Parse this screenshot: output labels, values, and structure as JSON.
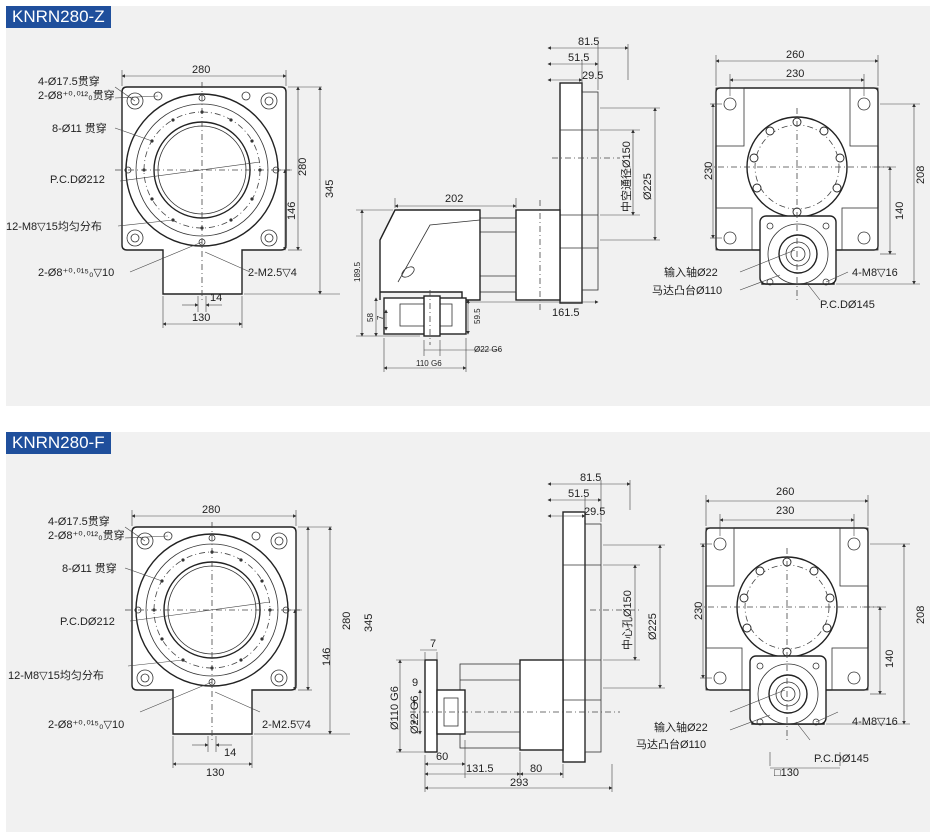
{
  "sections": [
    {
      "title": "KNRN280-Z",
      "front": {
        "labels": [
          "4-Ø17.5贯穿",
          "2-Ø8⁺⁰·⁰¹²₀贯穿",
          "8-Ø11 贯穿",
          "P.C.DØ212",
          "12-M8▽15均匀分布",
          "2-Ø8⁺⁰·⁰¹⁵₀▽10",
          "2-M2.5▽4"
        ],
        "dims": [
          "280",
          "280",
          "345",
          "146",
          "14",
          "130"
        ]
      },
      "side": {
        "dims": [
          "81.5",
          "51.5",
          "29.5",
          "中空通径Ø150",
          "Ø225",
          "202",
          "189.5",
          "58",
          "7",
          "59.5",
          "161.5",
          "Ø22 G6",
          "110 G6"
        ]
      },
      "back": {
        "dims": [
          "260",
          "230",
          "230",
          "208",
          "140"
        ],
        "labels": [
          "输入轴Ø22",
          "4-M8▽16",
          "马达凸台Ø110",
          "P.C.DØ145"
        ]
      }
    },
    {
      "title": "KNRN280-F",
      "front": {
        "labels": [
          "4-Ø17.5贯穿",
          "2-Ø8⁺⁰·⁰¹²₀贯穿",
          "8-Ø11 贯穿",
          "P.C.DØ212",
          "12-M8▽15均匀分布",
          "2-Ø8⁺⁰·⁰¹⁵₀▽10",
          "2-M2.5▽4"
        ],
        "dims": [
          "280",
          "280",
          "345",
          "146",
          "14",
          "130"
        ]
      },
      "side": {
        "dims": [
          "81.5",
          "51.5",
          "29.5",
          "Ø225",
          "中心孔Ø150",
          "7",
          "9",
          "Ø110 G6",
          "Ø22 G6",
          "60",
          "131.5",
          "80",
          "293"
        ]
      },
      "back": {
        "dims": [
          "260",
          "230",
          "230",
          "208",
          "140",
          "□130"
        ],
        "labels": [
          "输入轴Ø22",
          "4-M8▽16",
          "马达凸台Ø110",
          "P.C.DØ145"
        ]
      }
    }
  ]
}
